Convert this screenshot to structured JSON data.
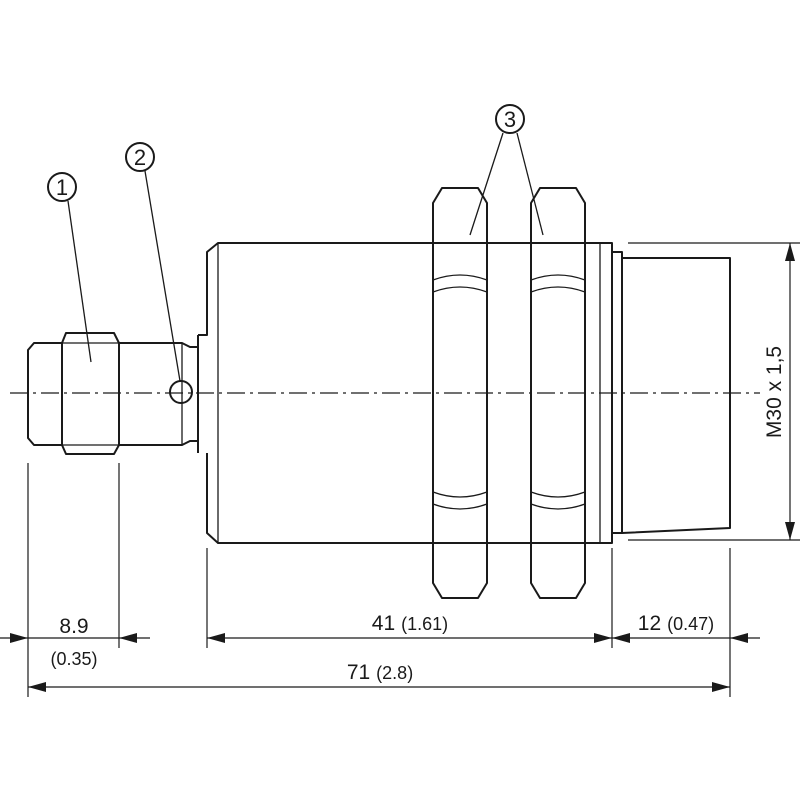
{
  "callouts": [
    "1",
    "2",
    "3"
  ],
  "thread_label": "M30 x 1,5",
  "dimensions": {
    "connector_length": {
      "value": "8.9",
      "inch": "(0.35)"
    },
    "housing_length": {
      "value": "41",
      "inch": "(1.61)"
    },
    "sensor_face_length": {
      "value": "12",
      "inch": "(0.47)"
    },
    "total_length": {
      "value": "71",
      "inch": "(2.8)"
    }
  },
  "colors": {
    "line": "#1a1a1a",
    "background": "#ffffff"
  }
}
